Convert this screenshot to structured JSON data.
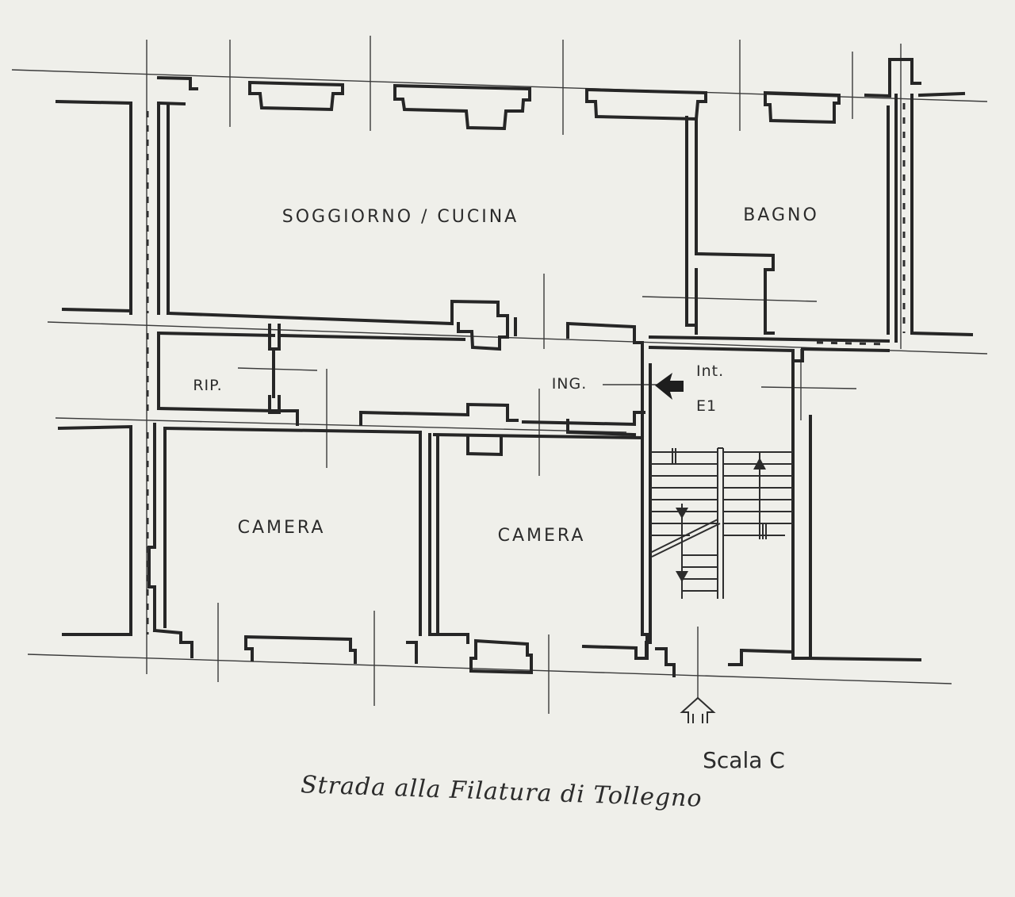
{
  "labels": {
    "soggiorno": "SOGGIORNO / CUCINA",
    "bagno": "BAGNO",
    "ripostiglio": "RIP.",
    "ingresso": "ING.",
    "camera_1": "CAMERA",
    "camera_2": "CAMERA",
    "interno_line1": "Int.",
    "interno_line2": "E1",
    "scala": "Scala C",
    "strada": "Strada alla Filatura di Tollegno"
  }
}
